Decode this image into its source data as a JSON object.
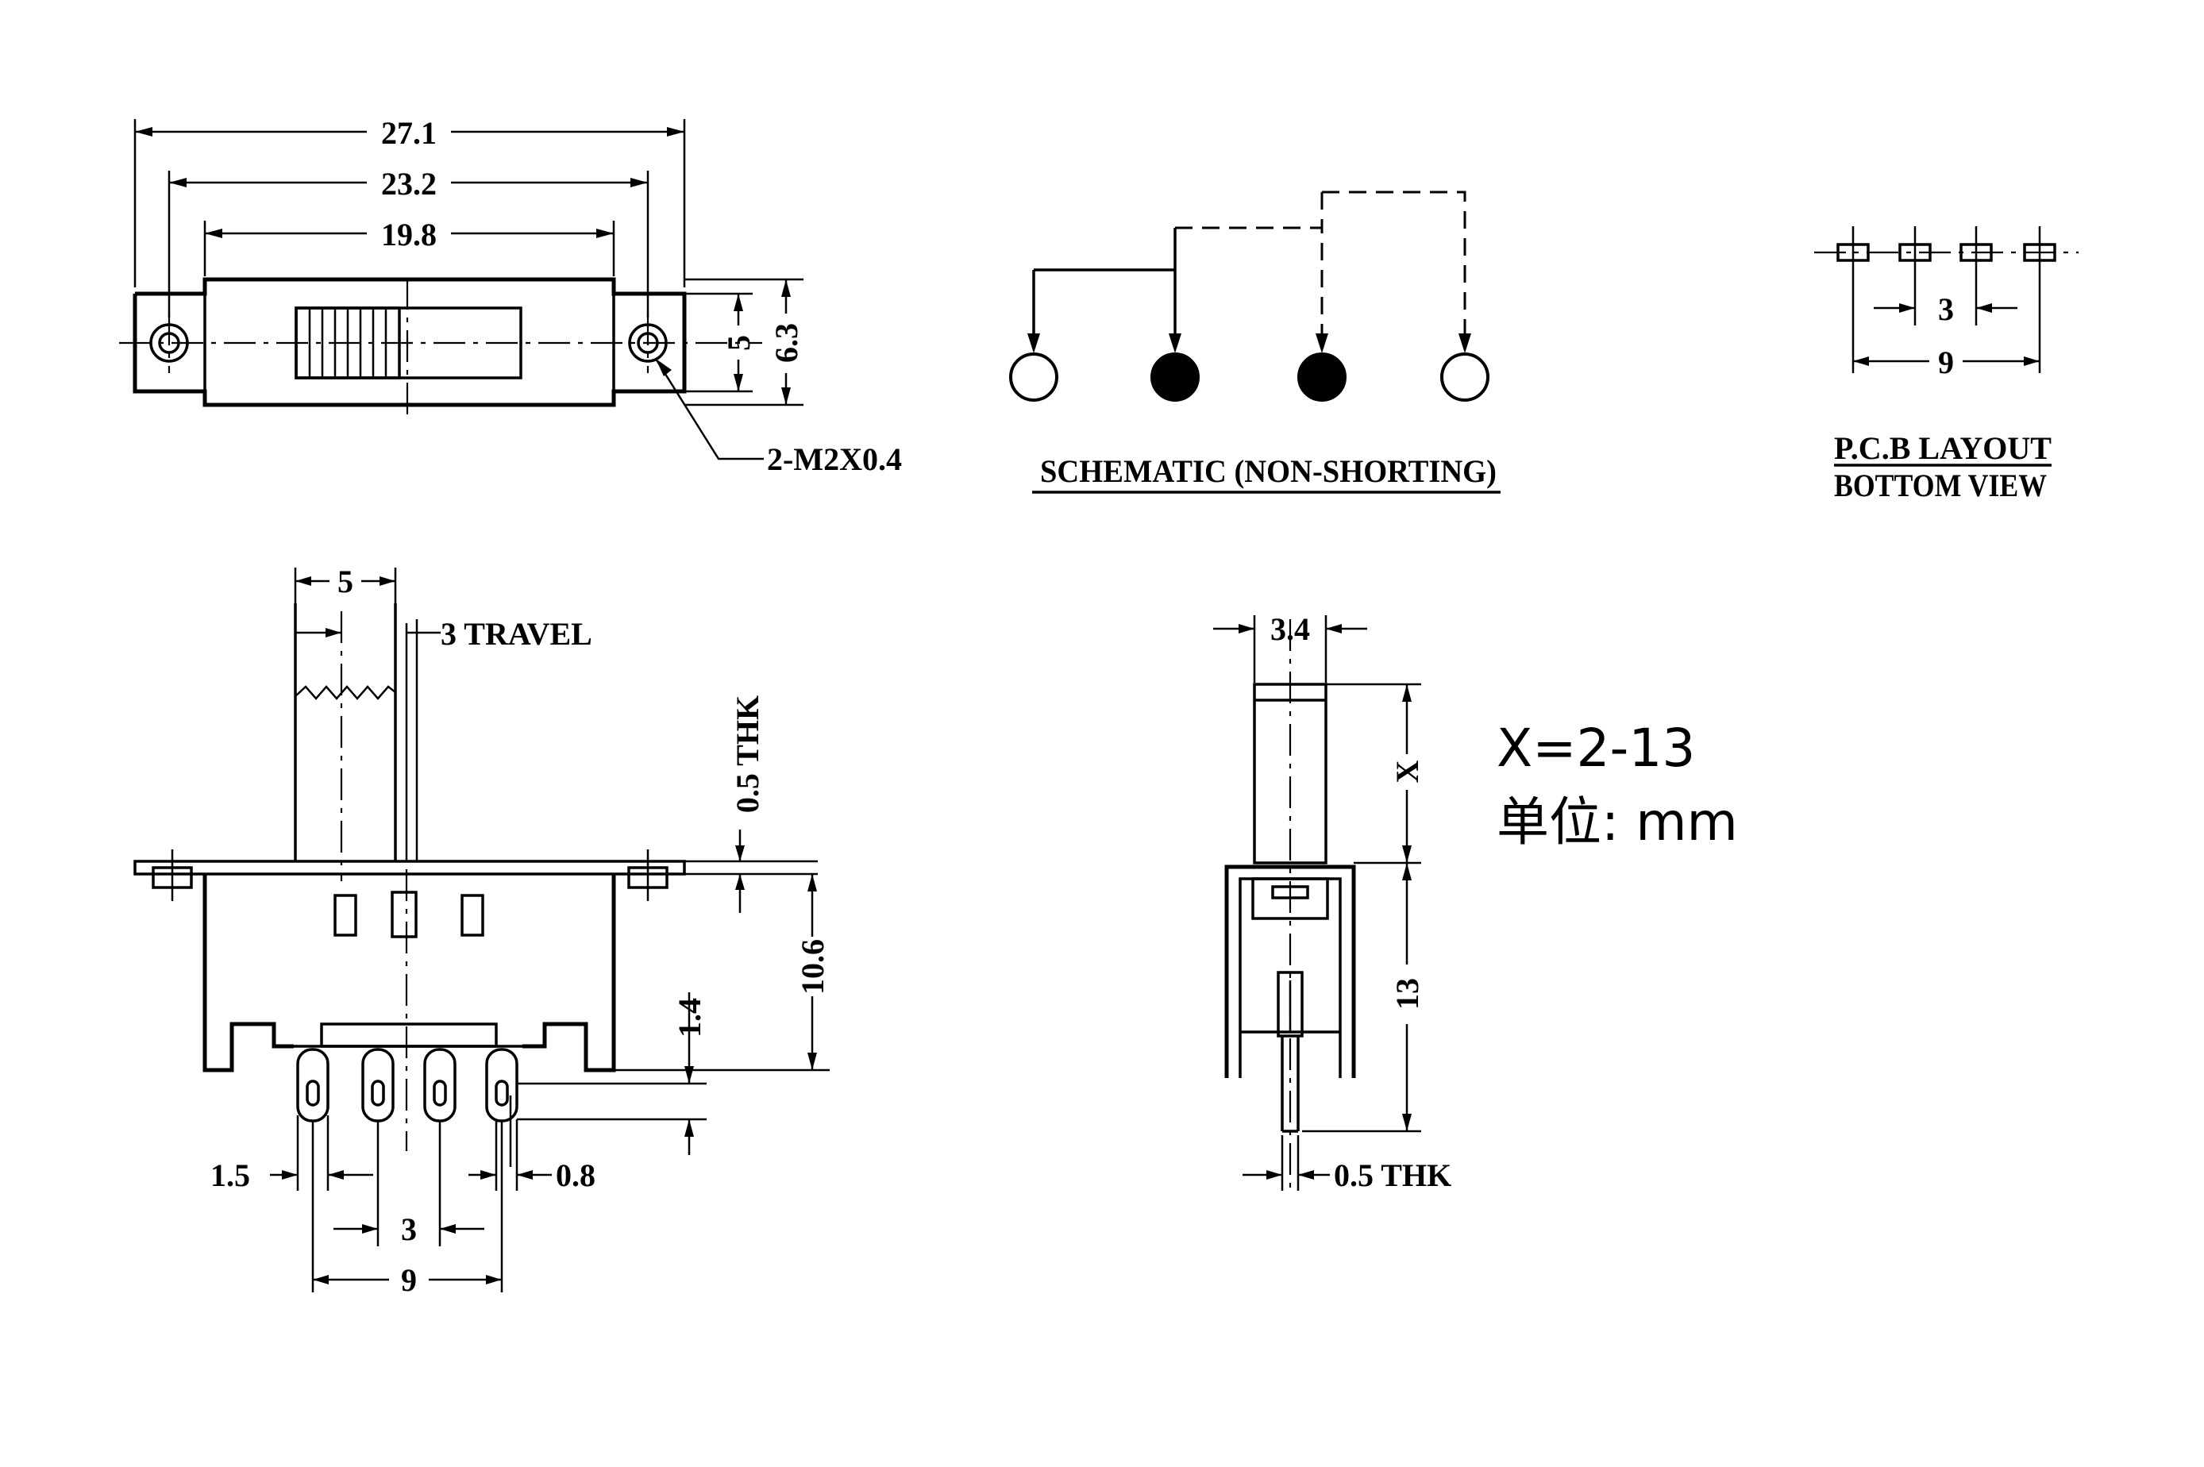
{
  "dimensions": {
    "top_view": {
      "overall_length": "27.1",
      "hole_pitch": "23.2",
      "body_length": "19.8",
      "height_inner": "5",
      "height_outer": "6.3",
      "screw_hole": "2-M2X0.4"
    },
    "front_view": {
      "actuator_width": "5",
      "travel": "3 TRAVEL",
      "plate_thickness": "0.5 THK",
      "body_height": "10.6",
      "pin_offset": "1.4",
      "pin_edge": "1.5",
      "pin_width": "0.8",
      "pin_pitch": "3",
      "pin_span": "9"
    },
    "side_view": {
      "actuator_thickness": "3.4",
      "actuator_height": "X",
      "body_height": "13",
      "pin_thickness": "0.5 THK"
    },
    "pcb_layout": {
      "pin_pitch": "3",
      "pin_span": "9"
    }
  },
  "labels": {
    "schematic": "SCHEMATIC (NON-SHORTING)",
    "pcb_line1": "P.C.B LAYOUT",
    "pcb_line2": "BOTTOM VIEW",
    "x_range": "X=2-13",
    "unit": "单位:  mm"
  }
}
